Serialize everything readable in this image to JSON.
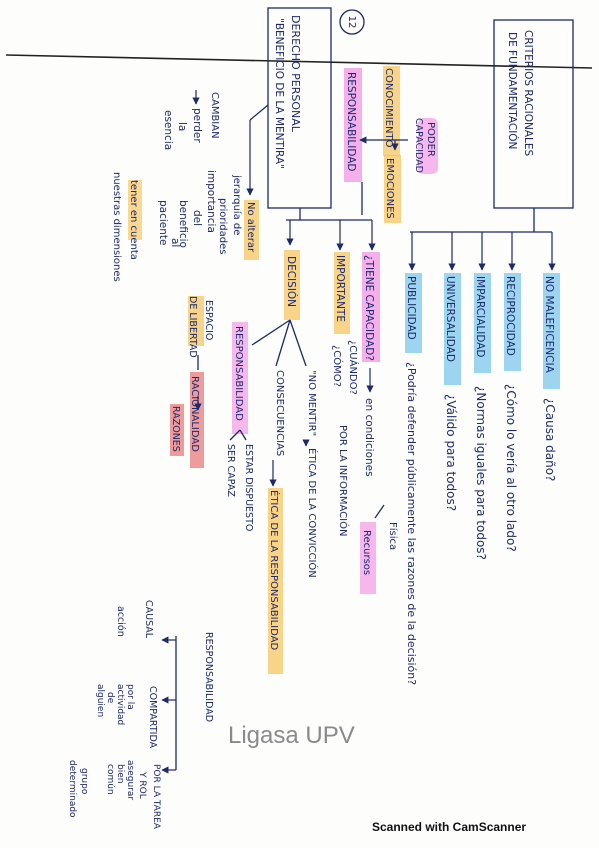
{
  "page_number": "12",
  "title_box": [
    "DERECHO PERSONAL",
    "\"BENEFICIO DE LA MENTIRA\""
  ],
  "criteria_box": [
    "CRITERIOS RACIONALES",
    "DE FUNDAMENTACIÓN"
  ],
  "criteria": [
    {
      "label": "NO MALEFICENCIA",
      "question": "¿Causa daño?",
      "highlight": "#4fb4e8"
    },
    {
      "label": "RECIPROCIDAD",
      "question": "¿Cómo lo vería al otro lado?",
      "highlight": "#4fb4e8"
    },
    {
      "label": "IMPARCIALIDAD",
      "question": "¿Normas iguales para todos?",
      "highlight": "#4fb4e8"
    },
    {
      "label": "UNIVERSALIDAD",
      "question": "¿Válido para todos?",
      "highlight": "#4fb4e8"
    },
    {
      "label": "PUBLICIDAD",
      "question": "¿Podría defender públicamente las razones de la decisión?",
      "highlight": "#4fb4e8"
    }
  ],
  "power": {
    "poder": "PODER",
    "capacidad": "CAPACIDAD",
    "conocimiento": "CONOCIMIENTO",
    "emociones": "EMOCIONES",
    "responsabilidad": "RESPONSABILIDAD"
  },
  "left_branch": {
    "no_alterar": [
      "No alterar",
      "jerarquía de",
      "prioridades"
    ],
    "perder": [
      "perder",
      "la",
      "esencia"
    ],
    "cambian": "CAMBIAN",
    "importancia": [
      "importancia",
      "del",
      "beneficio",
      "al",
      "paciente"
    ],
    "tener_cuenta": [
      "tener en cuenta",
      "nuestras dimensiones"
    ]
  },
  "tiene_capacidad": {
    "label": "¿TIENE CAPACIDAD?",
    "condiciones": "en condiciones",
    "fisica": "Física",
    "recursos": "Recursos"
  },
  "importante": {
    "label": "IMPORTANTE",
    "cuando": "¿CUÁNDO?",
    "como": "¿CÓMO?",
    "informacion": "POR LA INFORMACIÓN"
  },
  "decision": {
    "label": "DECISIÓN",
    "no_mentir": "\"NO MENTIR\"",
    "etica_conviccion": "ÉTICA DE LA CONVICCIÓN",
    "consecuencias": "CONSECUENCIAS",
    "etica_responsabilidad": "ÉTICA DE LA RESPONSABILIDAD",
    "responsabilidad": "RESPONSABILIDAD",
    "estar_dispuesto": "ESTAR DISPUESTO",
    "ser_capaz": "SER CAPAZ",
    "espacio": "ESPACIO",
    "de_libertad": "DE LIBERTAD",
    "racionalidad": "RACIONALIDAD",
    "razones": "RAZONES"
  },
  "bottom_tree": {
    "title": "RESPONSABILIDAD",
    "causal": "CAUSAL",
    "causal_note": "acción",
    "compartida": "COMPARTIDA",
    "compartida_notes": [
      "por la",
      "actividad",
      "de",
      "alguien"
    ],
    "tarea": [
      "POR LA TAREA",
      "Y ROL"
    ],
    "tarea_notes": [
      "asegurar",
      "bien",
      "común"
    ],
    "grupo": [
      "grupo",
      "determinado"
    ]
  },
  "watermark": "Ligasa UPV",
  "scanner_note": "Scanned with CamScanner",
  "colors": {
    "ink": "#1d2a6b",
    "pink": "#f07de0",
    "orange": "#f5b93a",
    "blue": "#4fb4e8",
    "red": "#e24a4a"
  }
}
